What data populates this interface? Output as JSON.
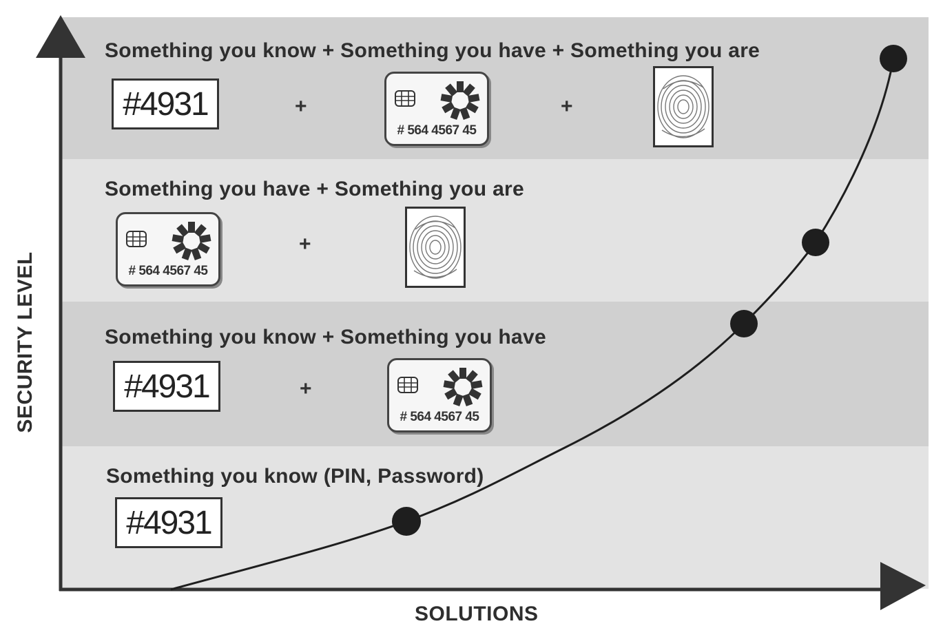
{
  "axes": {
    "y_label": "SECURITY LEVEL",
    "x_label": "SOLUTIONS"
  },
  "levels": [
    {
      "title": "Something you know (PIN, Password)",
      "pin": "#4931"
    },
    {
      "title": "Something you know + Something you have",
      "pin": "#4931",
      "plus": "+",
      "card_number": "# 564 4567 45"
    },
    {
      "title": "Something you have + Something you are",
      "plus": "+",
      "card_number": "# 564 4567 45"
    },
    {
      "title": "Something you know + Something you have + Something you are",
      "pin": "#4931",
      "plus": "+",
      "plus_2": "+",
      "card_number": "# 564 4567 45"
    }
  ],
  "colors": {
    "band_dark": "#d0d0d0",
    "band_light": "#e3e3e3",
    "curve": "#1e1e1e",
    "axis": "#333333"
  },
  "icons": {
    "chip": "smart-card-chip-icon",
    "logo": "starburst-logo-icon",
    "fingerprint": "fingerprint-icon"
  }
}
